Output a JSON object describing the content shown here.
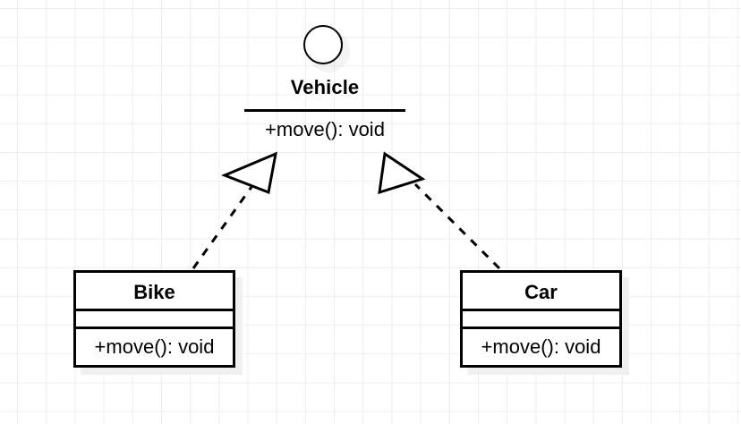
{
  "diagram": {
    "type": "uml-class-diagram",
    "background": "#ffffff",
    "grid_color": "#ededed",
    "line_color": "#000000",
    "shadow_color": "#f0f0f0",
    "interface": {
      "name": "Vehicle",
      "notation": "circle",
      "operations": [
        "+move(): void"
      ],
      "operation_1": "+move(): void"
    },
    "classes": [
      {
        "id": "bike",
        "name": "Bike",
        "attributes": [],
        "operations": [
          "+move(): void"
        ],
        "operation_1": "+move(): void"
      },
      {
        "id": "car",
        "name": "Car",
        "attributes": [],
        "operations": [
          "+move(): void"
        ],
        "operation_1": "+move(): void"
      }
    ],
    "relationships": [
      {
        "from": "Bike",
        "to": "Vehicle",
        "kind": "realization",
        "line_style": "dashed",
        "arrowhead": "hollow-triangle"
      },
      {
        "from": "Car",
        "to": "Vehicle",
        "kind": "realization",
        "line_style": "dashed",
        "arrowhead": "hollow-triangle"
      }
    ]
  }
}
